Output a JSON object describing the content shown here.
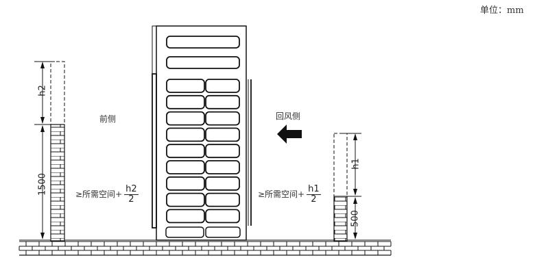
{
  "unit_label": "单位：mm",
  "front_label": "前侧",
  "return_air_label": "回风侧",
  "left": {
    "wall_height": "1500",
    "extra_height": "h2",
    "clearance_text": "≥所需空间+",
    "frac_num": "h2",
    "frac_den": "2"
  },
  "right": {
    "wall_height": "500",
    "extra_height": "h1",
    "clearance_text": "≥所需空间+",
    "frac_num": "h1",
    "frac_den": "2"
  },
  "icons": {
    "airflow_arrow": "arrow-left-icon"
  }
}
